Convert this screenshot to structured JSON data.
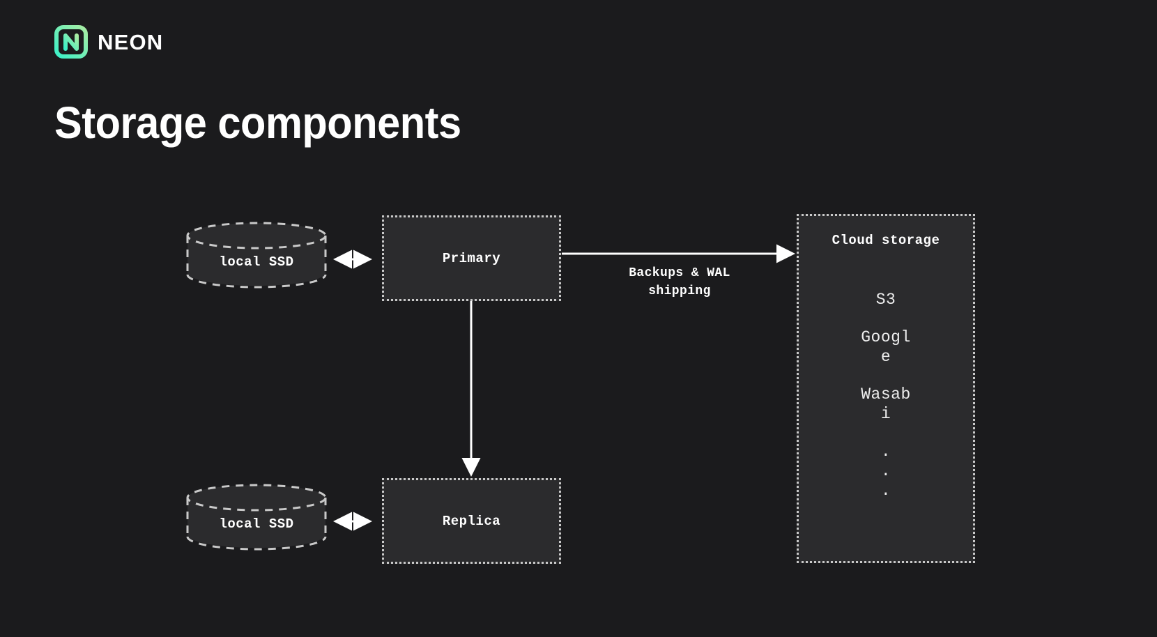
{
  "brand": {
    "name": "NEON",
    "logo_icon": "neon-logo-icon",
    "gradient_from": "#3bf0c8",
    "gradient_to": "#9ceea0"
  },
  "slide": {
    "title": "Storage components",
    "background": "#1b1b1d",
    "node_fill": "#2b2b2d",
    "stroke": "#c9c9c9",
    "text": "#ffffff"
  },
  "diagram": {
    "nodes": [
      {
        "id": "local-ssd-primary",
        "label": "local SSD",
        "shape": "cylinder"
      },
      {
        "id": "primary",
        "label": "Primary",
        "shape": "box"
      },
      {
        "id": "cloud-storage",
        "label": "Cloud storage",
        "shape": "box"
      },
      {
        "id": "local-ssd-replica",
        "label": "local SSD",
        "shape": "cylinder"
      },
      {
        "id": "replica",
        "label": "Replica",
        "shape": "box"
      }
    ],
    "cloud_storage_providers": [
      "S3",
      "Google",
      "Wasabi"
    ],
    "cloud_storage_ellipsis": [
      ".",
      ".",
      "."
    ],
    "edges": [
      {
        "id": "ssd-primary",
        "from": "local-ssd-primary",
        "to": "primary",
        "direction": "bidirectional",
        "label": ""
      },
      {
        "id": "primary-cloud",
        "from": "primary",
        "to": "cloud-storage",
        "direction": "forward",
        "label": "Backups & WAL\nshipping",
        "label_line1": "Backups & WAL",
        "label_line2": "shipping"
      },
      {
        "id": "primary-replica",
        "from": "primary",
        "to": "replica",
        "direction": "forward",
        "label": ""
      },
      {
        "id": "ssd-replica",
        "from": "local-ssd-replica",
        "to": "replica",
        "direction": "bidirectional",
        "label": ""
      }
    ]
  }
}
